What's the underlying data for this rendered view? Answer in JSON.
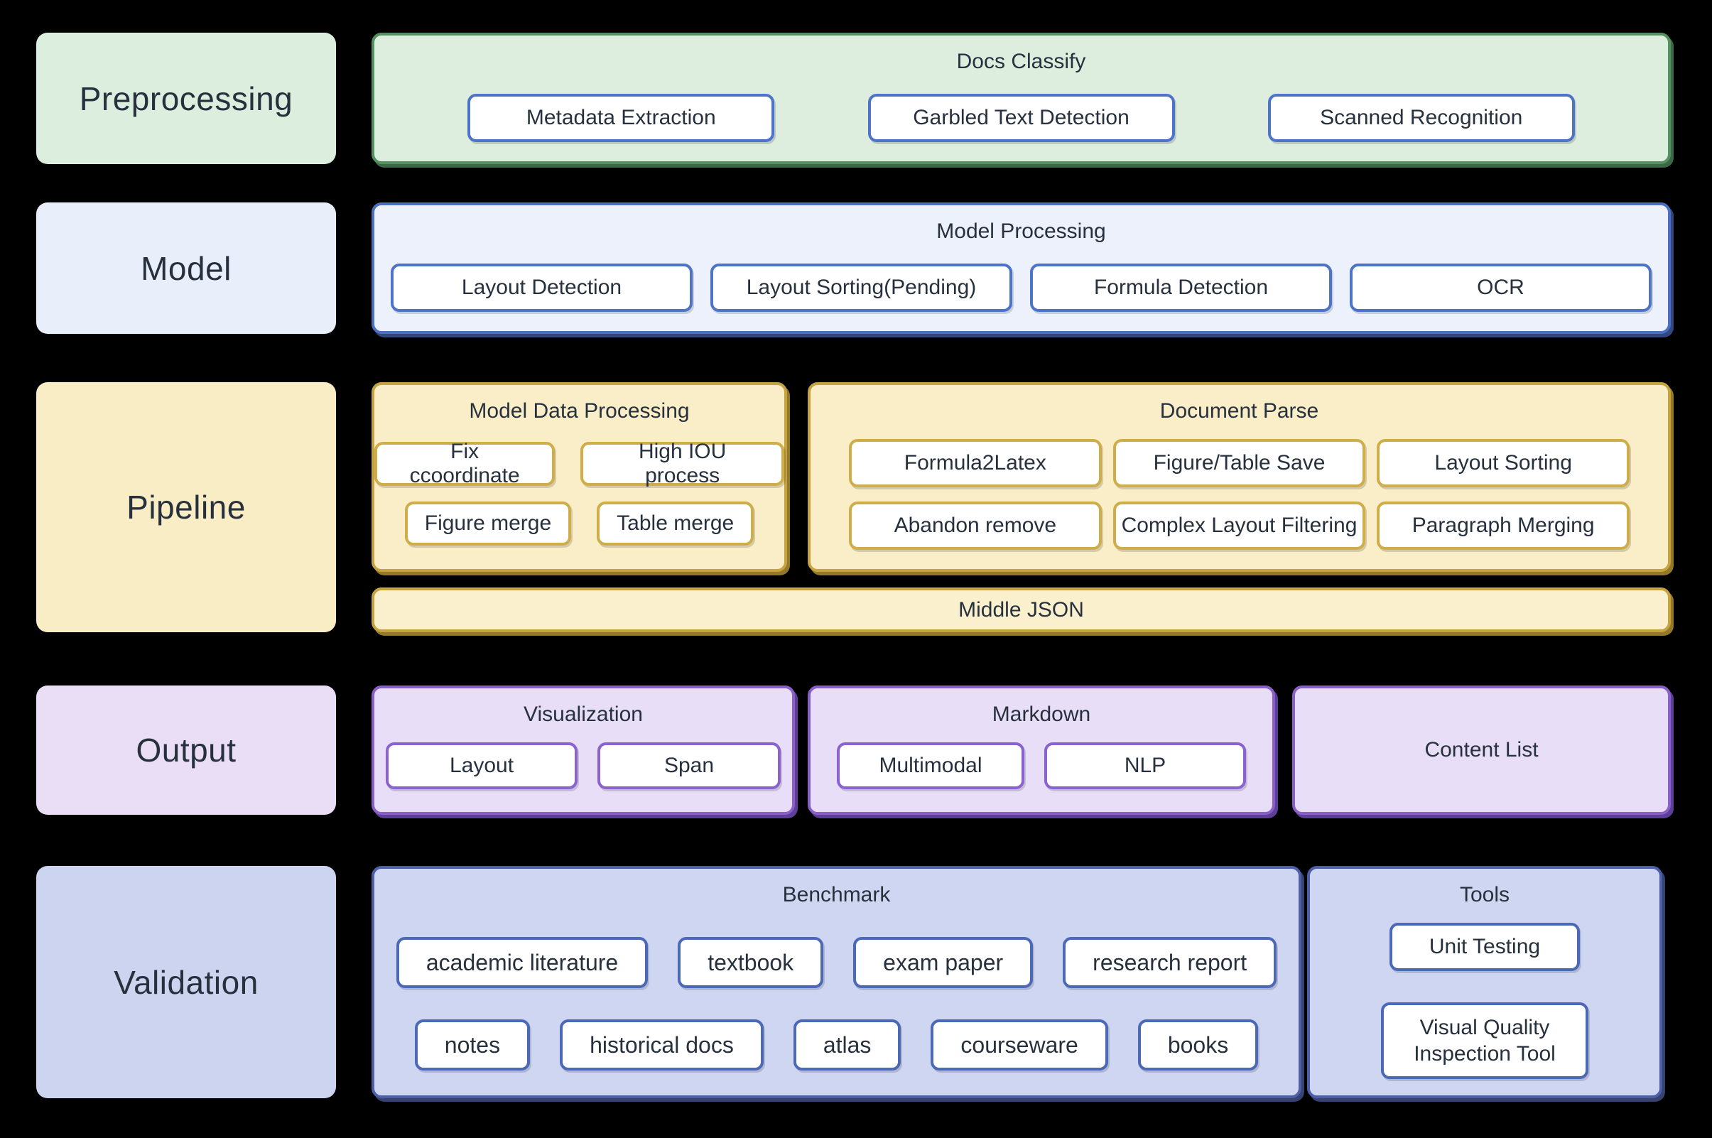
{
  "palette": {
    "background": "#000000",
    "text": "#27313e",
    "green_fill": "#ddeede",
    "green_border": "#55915f",
    "blue_fill": "#edf1fb",
    "blue_border": "#4a6fc3",
    "gold_fill": "#f9eec7",
    "gold_border": "#c5a440",
    "purple_fill": "#e9def7",
    "purple_border": "#8a5fc8",
    "periwinkle_fill": "#cfd6f1",
    "periwinkle_border": "#4c5fa7",
    "node_fill": "#ffffff"
  },
  "rows": {
    "preprocessing": {
      "label": "Preprocessing",
      "docs_classify": {
        "title": "Docs Classify",
        "items": [
          "Metadata Extraction",
          "Garbled Text Detection",
          "Scanned Recognition"
        ]
      }
    },
    "model": {
      "label": "Model",
      "model_processing": {
        "title": "Model Processing",
        "items": [
          "Layout Detection",
          "Layout Sorting(Pending)",
          "Formula Detection",
          "OCR"
        ]
      }
    },
    "pipeline": {
      "label": "Pipeline",
      "model_data_processing": {
        "title": "Model Data Processing",
        "rows": [
          [
            "Fix ccoordinate",
            "High IOU process"
          ],
          [
            "Figure merge",
            "Table merge"
          ]
        ]
      },
      "document_parse": {
        "title": "Document Parse",
        "items": [
          "Formula2Latex",
          "Figure/Table Save",
          "Layout Sorting",
          "Abandon remove",
          "Complex Layout Filtering",
          "Paragraph Merging"
        ]
      },
      "middle_json": {
        "title": "Middle JSON"
      }
    },
    "output": {
      "label": "Output",
      "visualization": {
        "title": "Visualization",
        "items": [
          "Layout",
          "Span"
        ]
      },
      "markdown": {
        "title": "Markdown",
        "items": [
          "Multimodal",
          "NLP"
        ]
      },
      "content_list": {
        "title": "Content List"
      }
    },
    "validation": {
      "label": "Validation",
      "benchmark": {
        "title": "Benchmark",
        "row1": [
          "academic literature",
          "textbook",
          "exam paper",
          "research report"
        ],
        "row2": [
          "notes",
          "historical docs",
          "atlas",
          "courseware",
          "books"
        ]
      },
      "tools": {
        "title": "Tools",
        "items": [
          "Unit Testing",
          "Visual Quality Inspection Tool"
        ]
      }
    }
  }
}
